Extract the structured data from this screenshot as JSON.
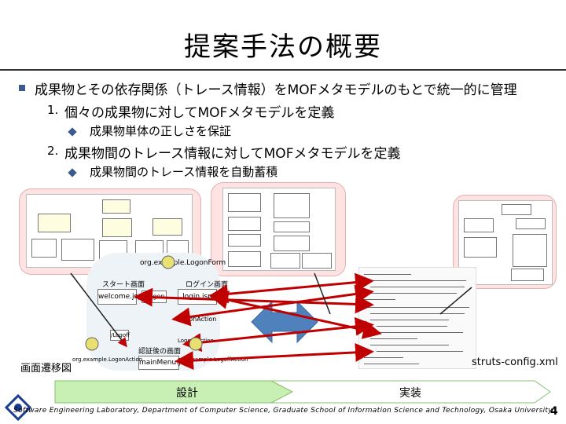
{
  "slide": {
    "title": "提案手法の概要",
    "bullet": "成果物とその依存関係（トレース情報）をMOFメタモデルのもとで統一的に管理",
    "items": [
      {
        "num": "1.",
        "text": "個々の成果物に対してMOFメタモデルを定義",
        "sub": "成果物単体の正しさを保証"
      },
      {
        "num": "2.",
        "text": "成果物間のトレース情報に対してMOFメタモデルを定義",
        "sub": "成果物間のトレース情報を自動蓄積"
      }
    ]
  },
  "diagram": {
    "left_caption": "画面遷移図",
    "right_caption": "struts-config.xml",
    "design_label": "設計",
    "impl_label": "実装",
    "start_label": "スタート画面",
    "login_label": "ログイン画面",
    "auth_label": "認証後の画面",
    "node_welcome": "welcome.jsp",
    "node_login": "login.jsp",
    "node_main": "mainMenu.jsp",
    "node_logon": "/Logon",
    "node_logout": "/Logoff",
    "node_action1": "org.example.LogonForm",
    "node_action2": "org.example.LogonAction",
    "node_action3": "org.example.LogoffAction",
    "node_logonaction": "LogonAction",
    "node_logout2": "LogoutAction",
    "colors": {
      "arrow": "#c00000",
      "bubble": "#ffe2e2",
      "accent": "#3b5b8f",
      "bar": "#c8f0b4"
    }
  },
  "footer": {
    "text": "Software Engineering Laboratory, Department of Computer Science, Graduate School of Information Science and Technology, Osaka University",
    "page": "4"
  }
}
